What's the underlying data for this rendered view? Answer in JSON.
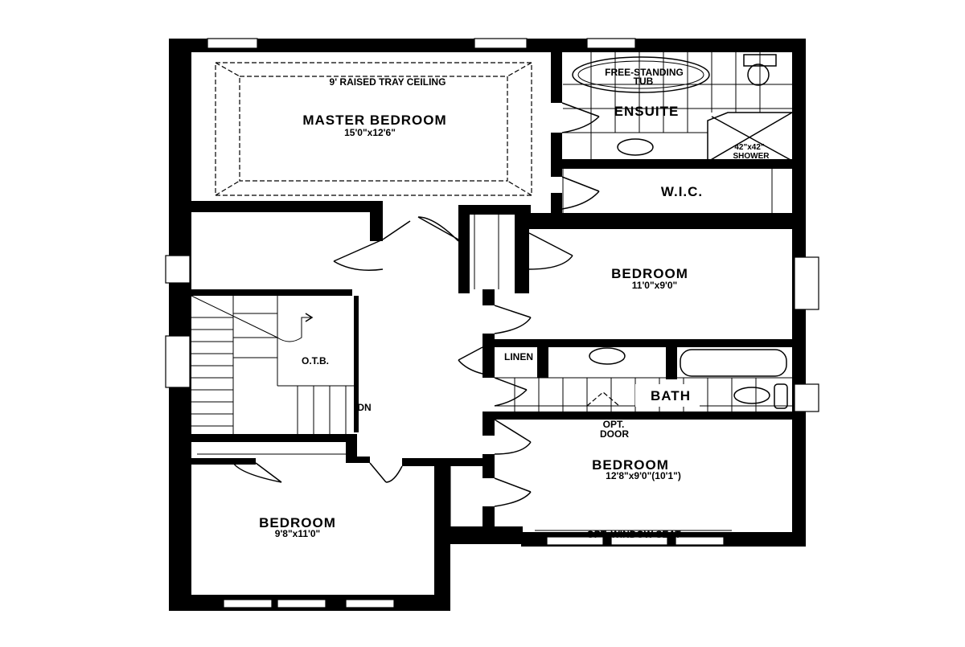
{
  "plan": {
    "rooms": {
      "master": {
        "name": "MASTER BEDROOM",
        "size": "15'0\"x12'6\"",
        "ceiling": "9' RAISED TRAY CEILING"
      },
      "ensuite": {
        "name": "ENSUITE",
        "tub_line1": "FREE-STANDING",
        "tub_line2": "TUB",
        "shower_size": "42\"x42\"",
        "shower": "SHOWER"
      },
      "wic": {
        "name": "W.I.C."
      },
      "bedroom2": {
        "name": "BEDROOM",
        "size": "11'0\"x9'0\""
      },
      "linen": {
        "name": "LINEN"
      },
      "bath": {
        "name": "BATH"
      },
      "opt_door": {
        "line1": "OPT.",
        "line2": "DOOR"
      },
      "bedroom3": {
        "name": "BEDROOM",
        "size": "12'8\"x9'0\"(10'1\")"
      },
      "window_seat": {
        "name": "OPT. WINDOW SEAT"
      },
      "bedroom4": {
        "name": "BEDROOM",
        "size": "9'8\"x11'0\""
      },
      "otb": {
        "name": "O.T.B."
      },
      "stairs": {
        "name": "DN"
      }
    }
  }
}
